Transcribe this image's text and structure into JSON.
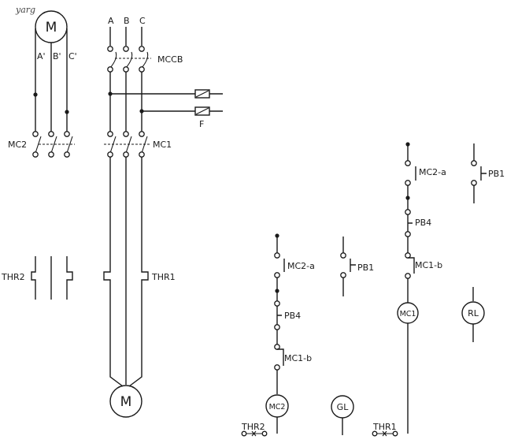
{
  "watermark": "yarg",
  "motor_top": {
    "symbol": "M",
    "phases": [
      "A'",
      "B'",
      "C'"
    ]
  },
  "main_supply": {
    "phases": [
      "A",
      "B",
      "C"
    ]
  },
  "mccb_label": "MCCB",
  "fuse_label": "F",
  "contactor_left_label": "MC2",
  "contactor_main_label": "MC1",
  "thermal_left_label": "THR2",
  "thermal_main_label": "THR1",
  "motor_bottom": {
    "symbol": "M"
  },
  "control_left": {
    "contact_label": "MC2-a",
    "pushbutton_side_label": "PB1",
    "pushbutton_label": "PB4",
    "interlock_label": "MC1-b",
    "coil_label": "MC2",
    "lamp_label": "GL",
    "overload_label": "THR2"
  },
  "control_right": {
    "contact_label": "MC2-a",
    "pushbutton_side_label": "PB1",
    "pushbutton_label": "PB4",
    "interlock_label": "MC1-b",
    "coil_label": "MC1",
    "lamp_label": "RL",
    "overload_label": "THR1"
  }
}
